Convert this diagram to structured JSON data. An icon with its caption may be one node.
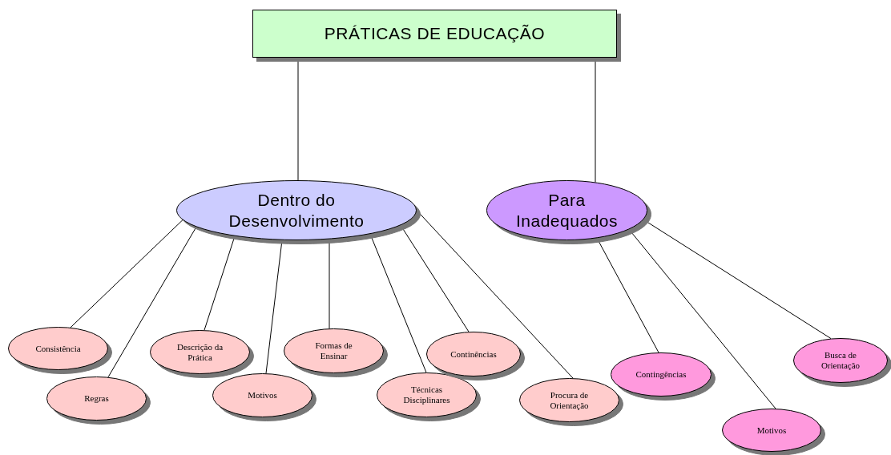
{
  "diagram": {
    "nodes": [
      {
        "text": [
          "PRÁTICAS DE EDUCAÇÃO"
        ]
      },
      {
        "text": [
          "Dentro do Desenvolvimento"
        ]
      },
      {
        "text": [
          "Para Inadequados"
        ]
      },
      {
        "text": [
          "Consistência"
        ]
      },
      {
        "text": [
          "Regras"
        ]
      },
      {
        "text": [
          "Descrição da Prática"
        ]
      },
      {
        "text": [
          "Motivos"
        ]
      },
      {
        "text": [
          "Formas de Ensinar"
        ]
      },
      {
        "text": [
          "Técnicas Disciplinares"
        ]
      },
      {
        "text": [
          "Continências"
        ]
      },
      {
        "text": [
          "Procura de Orientação"
        ]
      },
      {
        "text": [
          "Contingências"
        ]
      },
      {
        "text": [
          "Motivos"
        ]
      },
      {
        "text": [
          "Busca de Orientação"
        ]
      }
    ],
    "edges": [
      {
        "from": 0,
        "to": 1,
        "arrow": "none"
      },
      {
        "from": 0,
        "to": 2,
        "arrow": "none"
      },
      {
        "from": 1,
        "to": 3,
        "arrow": "none"
      },
      {
        "from": 1,
        "to": 4,
        "arrow": "none"
      },
      {
        "from": 1,
        "to": 5,
        "arrow": "none"
      },
      {
        "from": 1,
        "to": 6,
        "arrow": "none"
      },
      {
        "from": 1,
        "to": 7,
        "arrow": "none"
      },
      {
        "from": 1,
        "to": 8,
        "arrow": "none"
      },
      {
        "from": 1,
        "to": 9,
        "arrow": "none"
      },
      {
        "from": 1,
        "to": 10,
        "arrow": "none"
      },
      {
        "from": 2,
        "to": 11,
        "arrow": "none"
      },
      {
        "from": 2,
        "to": 12,
        "arrow": "none"
      },
      {
        "from": 2,
        "to": 13,
        "arrow": "none"
      }
    ]
  }
}
